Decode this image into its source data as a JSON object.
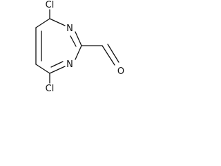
{
  "molecule": {
    "atoms": {
      "cl_top": "Cl",
      "n_upper": "N",
      "n_lower": "N",
      "cl_bottom": "Cl",
      "o_aldehyde": "O"
    },
    "colors": {
      "line": "#111111",
      "text": "#111111",
      "background": "#ffffff"
    }
  }
}
